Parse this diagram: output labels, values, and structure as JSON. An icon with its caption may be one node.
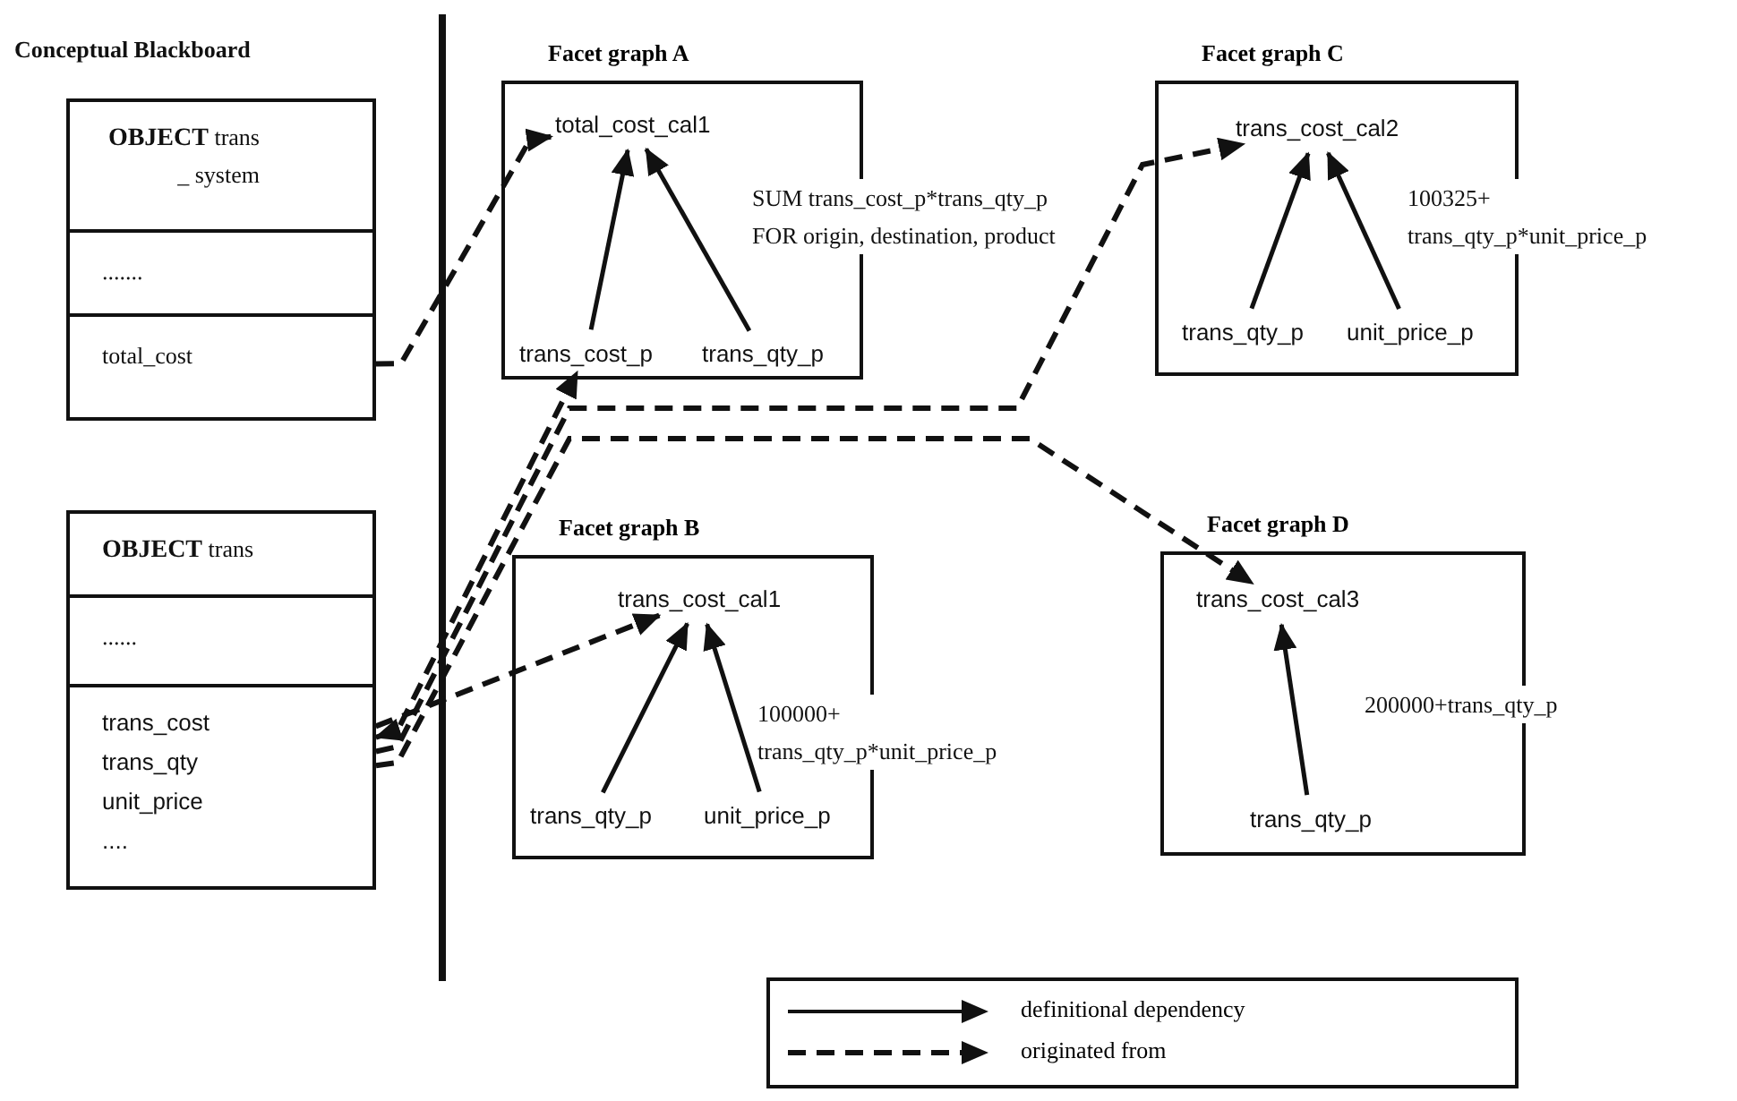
{
  "diagram": {
    "nodes": [
      {
        "text": [],
        "shape": "box"
      },
      {
        "text": [
          "**OBJECT** trans _ system"
        ],
        "in": 0
      },
      {
        "text": [
          "......."
        ],
        "in": 0
      },
      {
        "text": [
          "total_cost"
        ],
        "in": 0
      },
      {
        "text": [],
        "shape": "box"
      },
      {
        "text": [
          "**OBJECT** trans"
        ],
        "in": 4
      },
      {
        "text": [
          "......"
        ],
        "in": 4
      },
      {
        "text": [
          "trans_cost",
          "trans_qty",
          "unit_price",
          "...."
        ],
        "in": 4
      },
      {
        "text": [
          "Facet graph A"
        ]
      },
      {
        "text": [
          "total_cost_cal1"
        ],
        "in": 8
      },
      {
        "text": [
          "trans_cost_p"
        ],
        "in": 8
      },
      {
        "text": [
          "trans_qty_p"
        ],
        "in": 8
      },
      {
        "text": [
          "Facet graph B"
        ]
      },
      {
        "text": [
          "trans_cost_cal1"
        ],
        "in": 12
      },
      {
        "text": [
          "trans_qty_p"
        ],
        "in": 12
      },
      {
        "text": [
          "unit_price_p"
        ],
        "in": 12
      },
      {
        "text": [
          "Facet graph C"
        ]
      },
      {
        "text": [
          "trans_cost_cal2"
        ],
        "in": 16
      },
      {
        "text": [
          "trans_qty_p"
        ],
        "in": 16
      },
      {
        "text": [
          "unit_price_p"
        ],
        "in": 16
      },
      {
        "text": [
          "Facet graph D"
        ]
      },
      {
        "text": [
          "trans_cost_cal3"
        ],
        "in": 20
      },
      {
        "text": [
          "trans_qty_p"
        ],
        "in": 20
      }
    ],
    "edges": [
      {
        "from": 10,
        "to": 9,
        "arrow": "to"
      },
      {
        "from": 11,
        "to": 9,
        "arrow": "to"
      },
      {
        "from": 14,
        "to": 13,
        "arrow": "to"
      },
      {
        "from": 15,
        "to": 13,
        "arrow": "to"
      },
      {
        "from": 18,
        "to": 17,
        "arrow": "to"
      },
      {
        "from": 19,
        "to": 17,
        "arrow": "to"
      },
      {
        "from": 22,
        "to": 21,
        "arrow": "to"
      },
      {
        "from": 3,
        "to": 9,
        "arrow": "to",
        "style": "dashed"
      },
      {
        "from": 7,
        "to": 10,
        "arrow": "both",
        "style": "dashed"
      },
      {
        "from": 7,
        "to": 13,
        "arrow": "to",
        "style": "dashed"
      },
      {
        "from": 7,
        "to": 17,
        "arrow": "to",
        "style": "dashed"
      },
      {
        "from": 7,
        "to": 21,
        "arrow": "to",
        "style": "dashed"
      }
    ],
    "labels": [
      "Conceptual Blackboard",
      "SUM trans_cost_p*trans_qty_p FOR origin, destination, product",
      "100325+ trans_qty_p*unit_price_p",
      "100000+ trans_qty_p*unit_price_p",
      "200000+trans_qty_p"
    ],
    "legend": [
      {
        "text": "definitional dependency"
      },
      {
        "text": "originated from"
      }
    ]
  }
}
